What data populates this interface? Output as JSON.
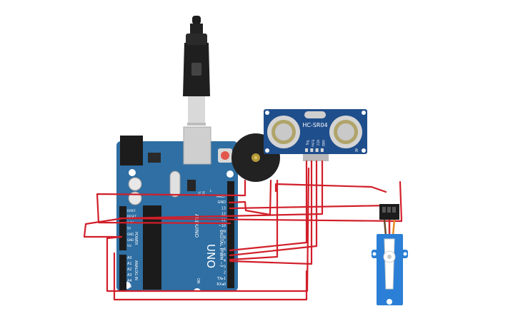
{
  "board": {
    "uno_label": "UNO",
    "arduino_label": "ARDUINO",
    "digital_label": "DIGITAL (PWM ~)",
    "analog_label": "ANALOG IN",
    "power_label": "POWER",
    "on_label": "ON",
    "tx_label": "TX",
    "rx_label": "RX",
    "l_label": "L",
    "digital_pins": [
      "AREF",
      "GND",
      "13",
      "12",
      "~11",
      "~10",
      "~9",
      "8",
      "7",
      "~6",
      "~5",
      "4",
      "~3",
      "2",
      "TX▸1",
      "RX◂0"
    ],
    "power_pins": [
      "IOREF",
      "RESET",
      "3.3V",
      "5V",
      "GND",
      "GND",
      "Vin"
    ],
    "analog_pins": [
      "A0",
      "A1",
      "A2",
      "A3",
      "A4",
      "A5"
    ]
  },
  "sensor": {
    "name": "HC-SR04",
    "pins": [
      "Trig",
      "Echo",
      "VCC",
      "GND"
    ]
  },
  "colors": {
    "board": "#2f6fa3",
    "wire": "#d11f2a",
    "sensor": "#1f4e8c",
    "servo": "#2b7fd6"
  }
}
